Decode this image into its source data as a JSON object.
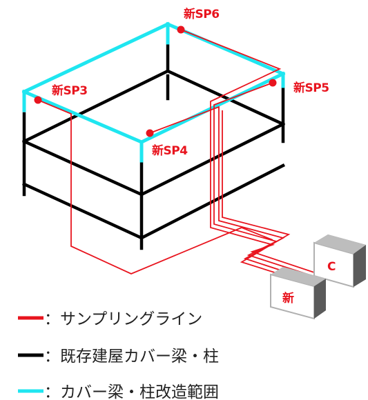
{
  "sampling_points": [
    {
      "id": "sp6",
      "label": "新SP6"
    },
    {
      "id": "sp3",
      "label": "新SP3"
    },
    {
      "id": "sp5",
      "label": "新SP5"
    },
    {
      "id": "sp4",
      "label": "新SP4"
    }
  ],
  "equipment": {
    "box_c": {
      "label": "C"
    },
    "box_new": {
      "label": "新"
    }
  },
  "legend": [
    {
      "text": "：サンプリングライン",
      "color": "#e8141e"
    },
    {
      "text": "：既存建屋カバー梁・柱",
      "color": "#000000"
    },
    {
      "text": "：カバー梁・柱改造範囲",
      "color": "#1fe6f0"
    }
  ],
  "colors": {
    "sampling_line": "#e8141e",
    "existing_structure": "#000000",
    "modified_range": "#1fe6f0"
  }
}
